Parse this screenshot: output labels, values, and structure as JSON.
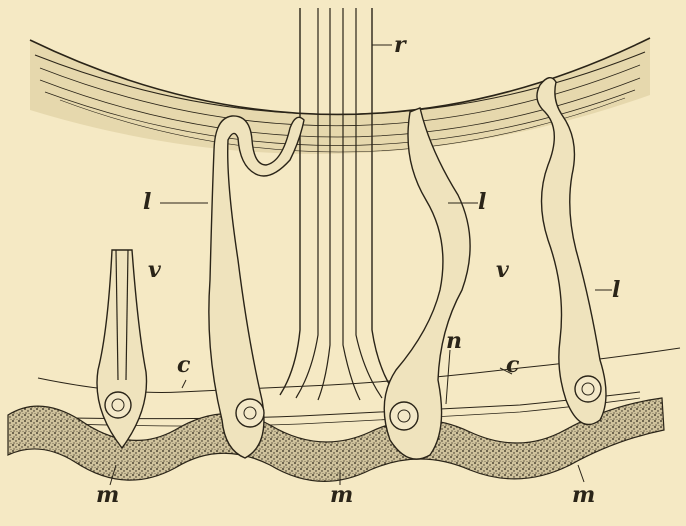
{
  "figure": {
    "palette": {
      "paper": "#f5e9c4",
      "ink": "#2a2418",
      "membrane": "#e9dcb2",
      "cell": "#efe3bd"
    },
    "labels": {
      "r": "r",
      "l": "l",
      "v": "v",
      "c": "c",
      "n": "n",
      "m": "m"
    }
  }
}
